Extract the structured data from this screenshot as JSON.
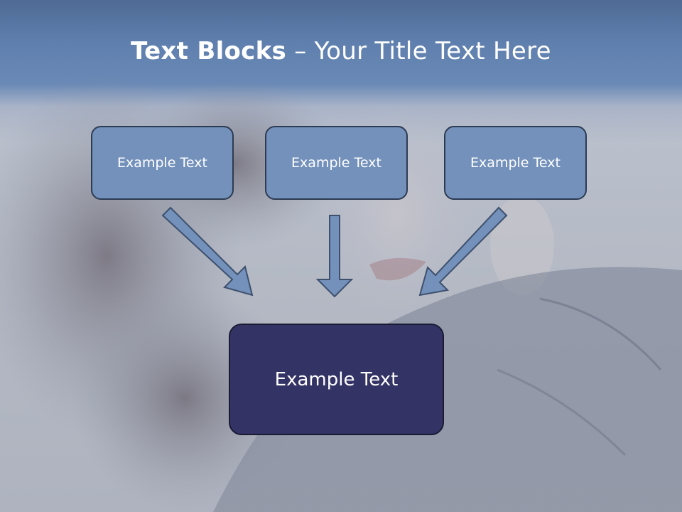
{
  "title": {
    "bold": "Text Blocks",
    "dash": " – ",
    "rest": "Your Title Text Here"
  },
  "boxes": [
    {
      "label": "Example Text"
    },
    {
      "label": "Example Text"
    },
    {
      "label": "Example Text"
    }
  ],
  "main_box": {
    "label": "Example Text"
  },
  "colors": {
    "box_fill": "#7391bb",
    "box_border": "#2d3b52",
    "main_box_fill": "#333366",
    "header_band": "#5f7fae",
    "arrow_fill": "#7391bb"
  }
}
